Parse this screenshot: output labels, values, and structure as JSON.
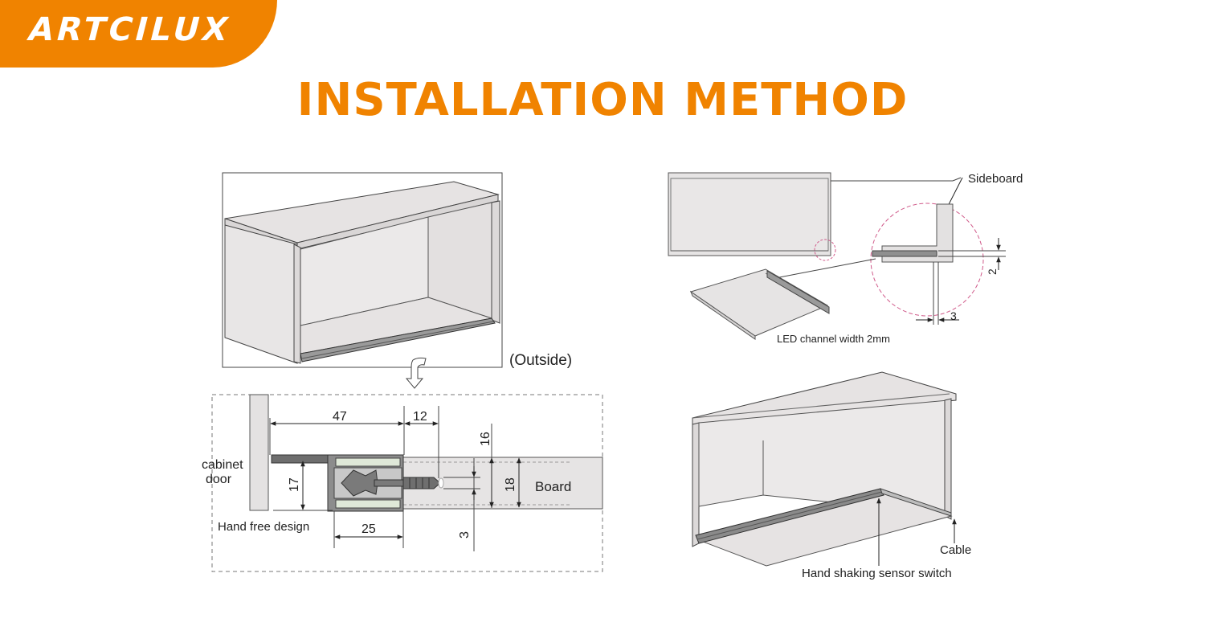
{
  "brand": {
    "logo": "ARTCILUX",
    "accent": "#f08300"
  },
  "title": "INSTALLATION METHOD",
  "labels": {
    "outside": "(Outside)",
    "cabinet_door_line1": "cabinet",
    "cabinet_door_line2": "door",
    "hand_free": "Hand free design",
    "board": "Board",
    "sideboard": "Sideboard",
    "led_channel": "LED channel width 2mm",
    "cable": "Cable",
    "sensor": "Hand shaking sensor switch"
  },
  "dimensions": {
    "d47": "47",
    "d12": "12",
    "d16": "16",
    "d17": "17",
    "d18": "18",
    "d25": "25",
    "d3": "3",
    "s2": "2",
    "s3": "3"
  }
}
